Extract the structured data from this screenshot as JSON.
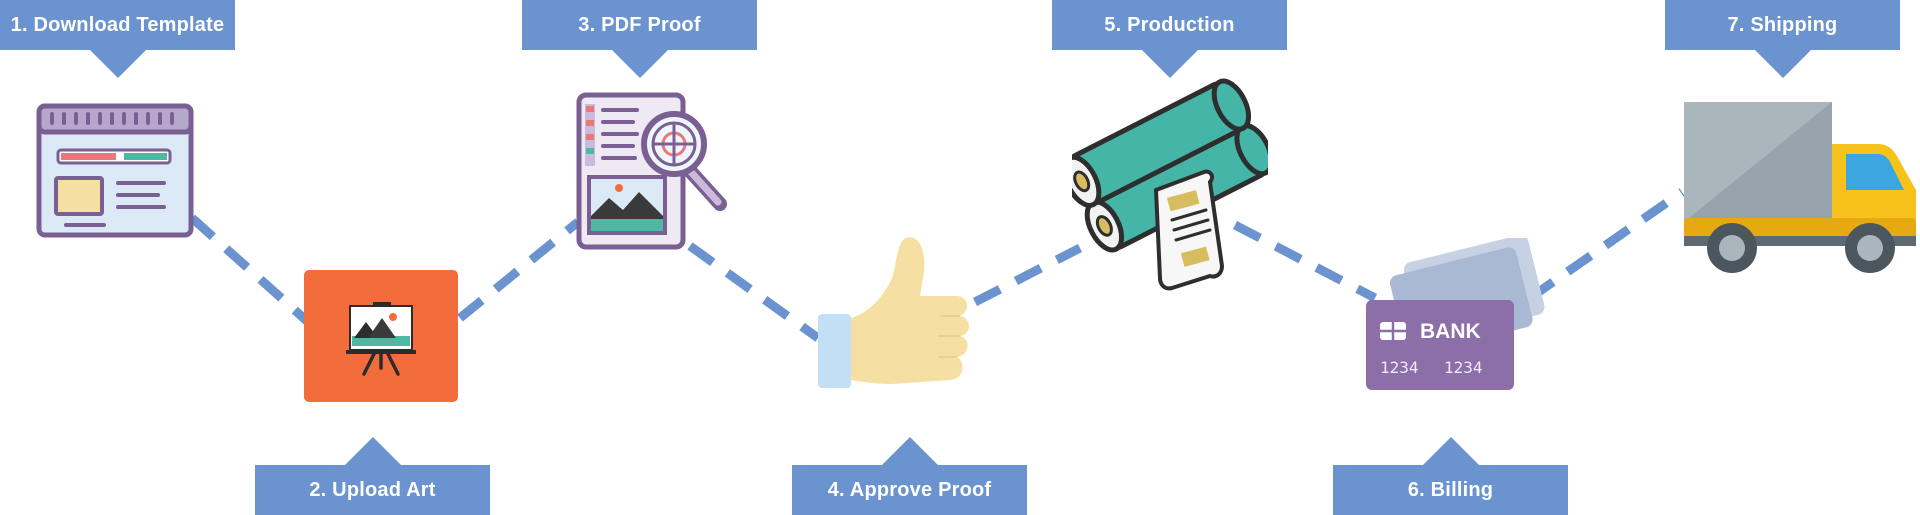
{
  "steps": [
    {
      "label": "1. Download Template",
      "icon": "template-window-icon"
    },
    {
      "label": "2. Upload Art",
      "icon": "easel-art-icon"
    },
    {
      "label": "3. PDF Proof",
      "icon": "document-magnifier-icon"
    },
    {
      "label": "4. Approve Proof",
      "icon": "thumbs-up-icon"
    },
    {
      "label": "5. Production",
      "icon": "printing-rollers-icon"
    },
    {
      "label": "6. Billing",
      "icon": "bank-card-icon"
    },
    {
      "label": "7. Shipping",
      "icon": "delivery-truck-icon"
    }
  ],
  "card": {
    "bank": "BANK",
    "number_a": "1234",
    "number_b": "1234"
  },
  "colors": {
    "label_bg": "#6a93cf",
    "connector": "#6a93cf",
    "easel_bg": "#f26c3c",
    "card": "#8c6fa8",
    "truck_cab": "#f7c21c"
  }
}
